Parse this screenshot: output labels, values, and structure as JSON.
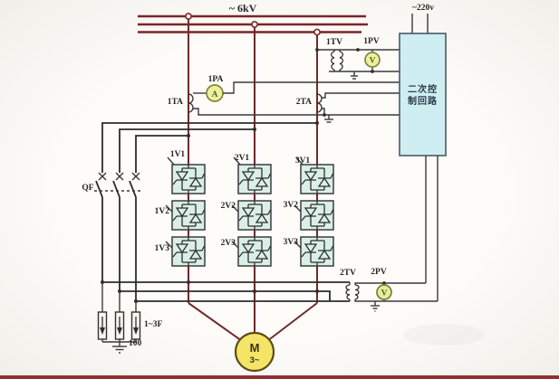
{
  "labels": {
    "bus_voltage": "~ 6kV",
    "control_voltage": "~220v",
    "pt1": "1TV",
    "pv1": "1PV",
    "pa1": "1PA",
    "ta1": "1TA",
    "ta2": "2TA",
    "breaker": "QF",
    "thyristors": [
      "1V1",
      "2V1",
      "3V1",
      "1V2",
      "2V2",
      "3V2",
      "1V3",
      "2V3",
      "3V3"
    ],
    "pt2": "2TV",
    "pv2": "2PV",
    "arresters": "1~3F",
    "ground_value": "100",
    "motor_letter": "M",
    "motor_phases": "3~",
    "meter_a": "A",
    "meter_v": "V",
    "control_box_line1": "二次控",
    "control_box_line2": "制回路"
  },
  "colors": {
    "bus": "#7a2527",
    "phase": "#702a2a",
    "wire": "#3a3a3a",
    "heavy": "#2c2c2c",
    "module": "#d9efe7",
    "box": "#cfeef2",
    "meter": "#eef0a0",
    "motor": "#f4e567"
  }
}
